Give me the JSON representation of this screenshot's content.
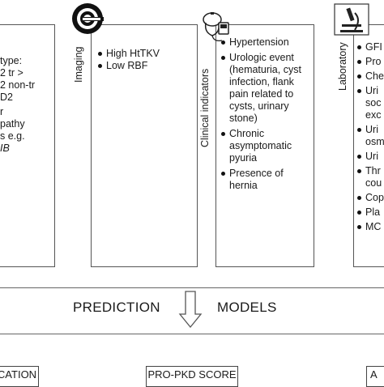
{
  "panels": {
    "genetic": {
      "lines": [
        "type:",
        "2 tr >",
        "2 non-tr",
        "D2",
        "r",
        "pathy",
        "s e.g.",
        "IB"
      ]
    },
    "imaging": {
      "label": "Imaging",
      "items": [
        "High HtTKV",
        "Low RBF"
      ]
    },
    "clinical": {
      "label": "Clinical indicators",
      "items": [
        "Hypertension",
        "Urologic event (hematuria, cyst infection, flank pain related to cysts, urinary stone)",
        "Chronic asymptomatic pyuria",
        "Presence of hernia"
      ]
    },
    "laboratory": {
      "label": "Laboratory",
      "items": [
        "GFI",
        "Pro",
        "Che",
        "Uri soc exc",
        "Uri osm",
        "Uri",
        "Thr cou",
        "Cop",
        "Pla",
        "MC"
      ]
    }
  },
  "prediction": {
    "left_word": "PREDICTION",
    "right_word": "MODELS"
  },
  "bottom": {
    "left": "CATION",
    "center": "PRO-PKD SCORE",
    "right": "A"
  }
}
